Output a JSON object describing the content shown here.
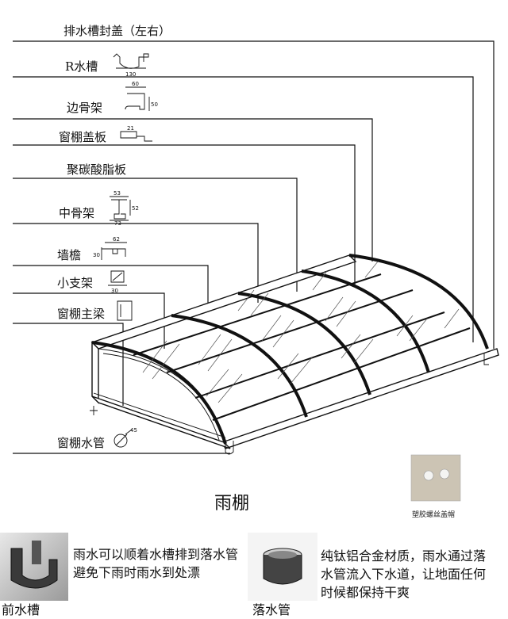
{
  "labels": {
    "gutter_cover": "排水槽封盖（左右）",
    "r_gutter": "R水槽",
    "side_frame": "边骨架",
    "canopy_cover_plate": "窗棚盖板",
    "pc_sheet": "聚碳酸脂板",
    "middle_frame": "中骨架",
    "wall_eave": "墙檐",
    "small_bracket": "小支架",
    "main_beam": "窗棚主梁",
    "downpipe": "窗棚水管"
  },
  "dims": {
    "r_gutter": "130",
    "side_frame_w": "60",
    "side_frame_h": "50",
    "cover_plate": "21",
    "middle_top": "53",
    "middle_bottom": "73",
    "middle_side": "52",
    "wall_eave_w": "62",
    "wall_eave_h": "30",
    "bracket": "30",
    "downpipe": "45"
  },
  "title": "雨棚",
  "cap_photo": "塑胶螺丝盖帽",
  "info": {
    "left_line1": "雨水可以顺着水槽排到落水管",
    "left_line2": "避免下雨时雨水到处漂",
    "left_cut": "前水槽",
    "right_line1": "纯钛铝合金材质，雨水通过落",
    "right_line2": "水管流入下水道，让地面任何",
    "right_line3": "时候都保持干爽",
    "right_cut": "落水管"
  }
}
